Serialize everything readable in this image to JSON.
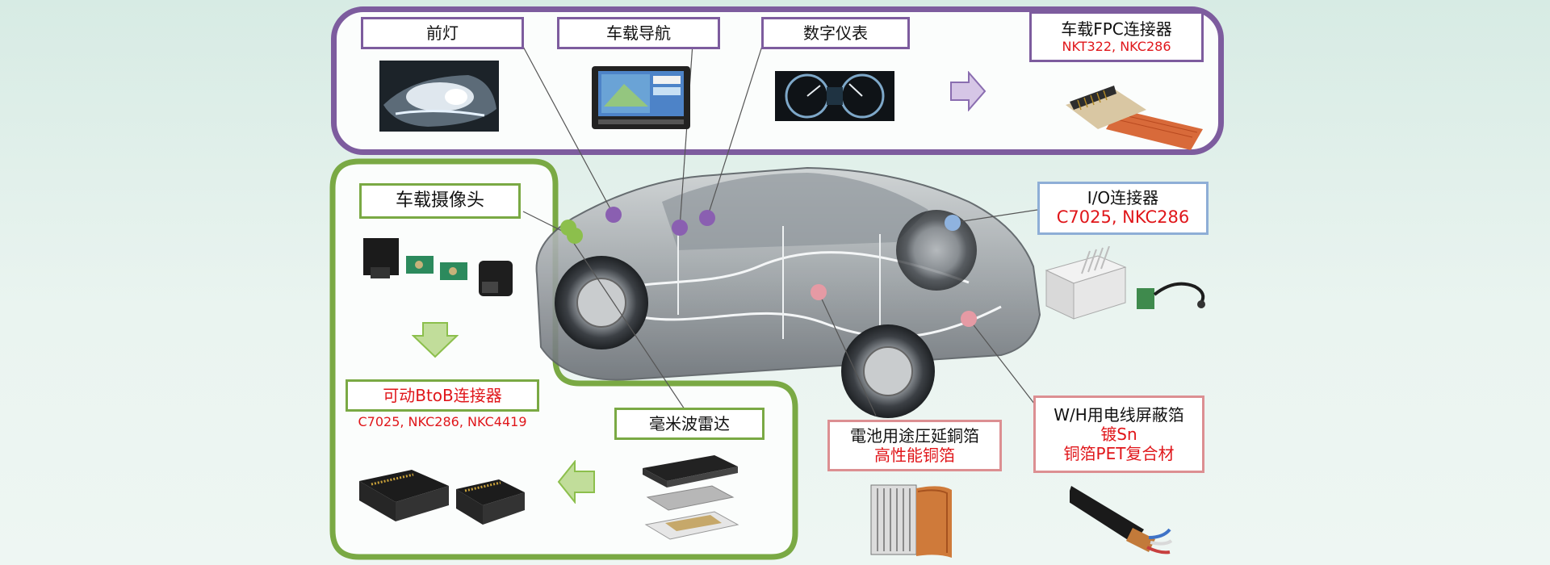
{
  "top_panel": {
    "headlight": {
      "title": "前灯"
    },
    "navigation": {
      "title": "车载导航"
    },
    "cluster": {
      "title": "数字仪表"
    },
    "fpc": {
      "title": "车载FPC连接器",
      "parts": "NKT322, NKC286"
    }
  },
  "left_panel": {
    "camera": {
      "title": "车载摄像头"
    },
    "btob": {
      "title": "可动BtoB连接器",
      "parts": "C7025, NKC286, NKC4419"
    },
    "radar": {
      "title": "毫米波雷达"
    }
  },
  "right_items": {
    "io": {
      "title": "I/O连接器",
      "parts": "C7025, NKC286"
    },
    "battery": {
      "title": "電池用途圧延銅箔",
      "subtitle": "高性能铜箔"
    },
    "wh": {
      "title": "W/H用电线屏蔽箔",
      "line2": "镀Sn",
      "line3": "铜箔PET复合材"
    }
  },
  "colors": {
    "purple": "#7d5c9e",
    "green": "#7aa944",
    "blue": "#8eaed6",
    "pink": "#dc8f92",
    "red_text": "#e0161a"
  },
  "icons": [
    "arrow-right-icon",
    "arrow-down-icon",
    "arrow-left-icon"
  ]
}
